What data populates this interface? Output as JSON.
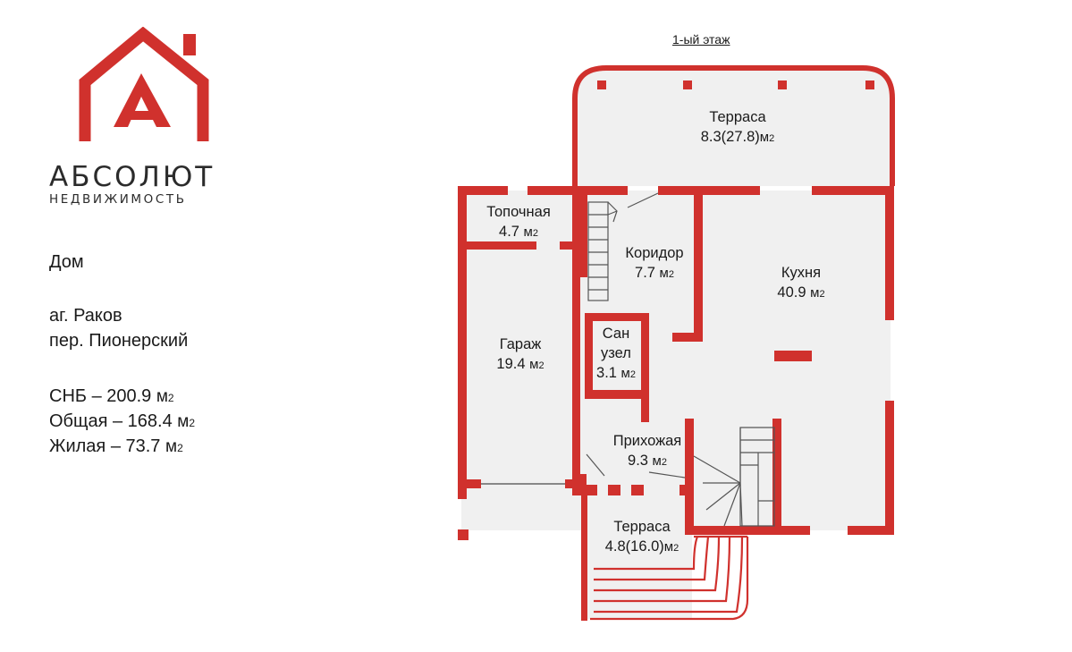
{
  "brand": {
    "name": "АБСОЛЮТ",
    "subtitle": "НЕДВИЖИМОСТЬ",
    "logo_icon": "house-letter-a-icon",
    "colors": {
      "accent": "#d0312d",
      "text": "#2b2b2b"
    }
  },
  "info": {
    "type": "Дом",
    "address_line1": "аг. Раков",
    "address_line2": "пер. Пионерский",
    "snb_label": "СНБ – 200.9",
    "total_label": "Общая – 168.4",
    "living_label": "Жилая – 73.7",
    "unit_main": "м",
    "unit_sub": "2"
  },
  "plan": {
    "title": "1-ый этаж",
    "wall_color": "#d0312d",
    "floor_color": "#f0f0f0",
    "unit_main": "м",
    "unit_sub": "2",
    "rooms": [
      {
        "name": "Терраса",
        "area": "8.3(27.8)"
      },
      {
        "name": "Топочная",
        "area": "4.7"
      },
      {
        "name": "Коридор",
        "area": "7.7"
      },
      {
        "name": "Кухня",
        "area": "40.9"
      },
      {
        "name": "Гараж",
        "area": "19.4"
      },
      {
        "name": "Сан",
        "name2": "узел",
        "area": "3.1"
      },
      {
        "name": "Прихожая",
        "area": "9.3"
      },
      {
        "name": "Терраса",
        "area": "4.8(16.0)"
      }
    ]
  }
}
